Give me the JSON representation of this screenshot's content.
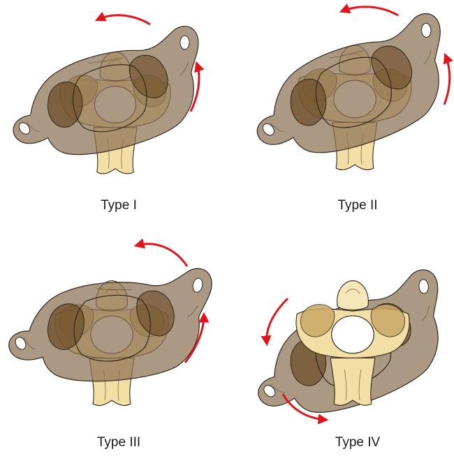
{
  "figure": {
    "panels": [
      {
        "label": "Type I"
      },
      {
        "label": "Type II"
      },
      {
        "label": "Type III"
      },
      {
        "label": "Type IV"
      }
    ]
  },
  "colors": {
    "atlas_fill": "#8c7253",
    "atlas_stroke": "#2e2418",
    "axis_fill": "#f2dfa6",
    "axis_shade": "#c9a866",
    "facet_fill": "#6e4f2a",
    "arrow": "#e0151b"
  }
}
